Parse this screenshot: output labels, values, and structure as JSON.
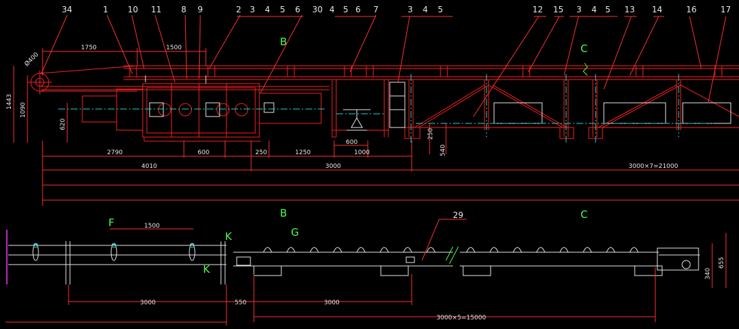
{
  "colors": {
    "background": "#000000",
    "structure": "#ff2020",
    "leader": "#ff3030",
    "dimension": "#ff3030",
    "centerline": "#22d3d3",
    "detail_white": "#e8e8e8",
    "section_mark": "#4cff4c",
    "accent_yellow": "#ffd800",
    "accent_magenta": "#ff33ff"
  },
  "balloons_top": [
    "34",
    "1",
    "10",
    "11",
    "8",
    "9",
    "2",
    "3",
    "4",
    "5",
    "6",
    "30",
    "4",
    "5",
    "6",
    "7",
    "3",
    "4",
    "5",
    "12",
    "15",
    "3",
    "4",
    "5",
    "13",
    "14",
    "16",
    "17"
  ],
  "balloons_bottom": [
    "29"
  ],
  "section_marks": [
    "B",
    "C",
    "B",
    "C",
    "F",
    "G",
    "K",
    "K"
  ],
  "diameter_label": "Ø400",
  "dims_top_row": [
    "1750",
    "1500"
  ],
  "dims_vertical": [
    "1443",
    "1090",
    "620",
    "250",
    "540"
  ],
  "dims_row1": [
    "2790",
    "600",
    "250",
    "1250",
    "600",
    "1000"
  ],
  "dims_row2": [
    "4010",
    "3000",
    "3000×7=21000"
  ],
  "dims_bottom_top": [
    "1500"
  ],
  "dims_bottom_row": [
    "3000",
    "550",
    "3000",
    "3000×5=15000"
  ],
  "dims_bottom_right_vertical": [
    "340",
    "655"
  ]
}
